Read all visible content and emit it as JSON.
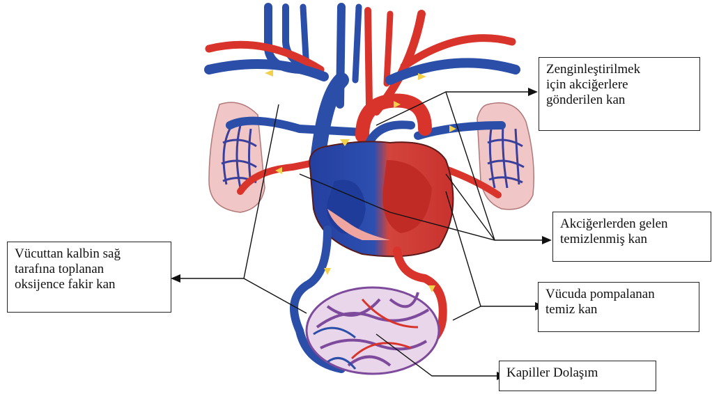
{
  "labels": {
    "pulmonary_artery": {
      "lines": [
        "Zenginleştirilmek",
        "için akciğerlere",
        "gönderilen kan"
      ]
    },
    "pulmonary_vein": {
      "lines": [
        "Akciğerlerden gelen",
        "temizlenmiş kan"
      ]
    },
    "venous_return": {
      "lines": [
        "Vücuttan kalbin sağ",
        "tarafına toplanan",
        "oksijence fakir kan"
      ]
    },
    "aorta_out": {
      "lines": [
        "Vücuda pompalanan",
        "temiz kan"
      ]
    },
    "capillary": {
      "lines": [
        "Kapiller Dolaşım"
      ]
    }
  },
  "colors": {
    "artery_red": "#d9342b",
    "vein_blue": "#2b4fa8",
    "lung_pink": "#f1c6c6",
    "heart_dark_blue": "#1f3c9a",
    "capillary_purple": "#7d4a9c",
    "flow_arrow": "#f2d04a"
  }
}
